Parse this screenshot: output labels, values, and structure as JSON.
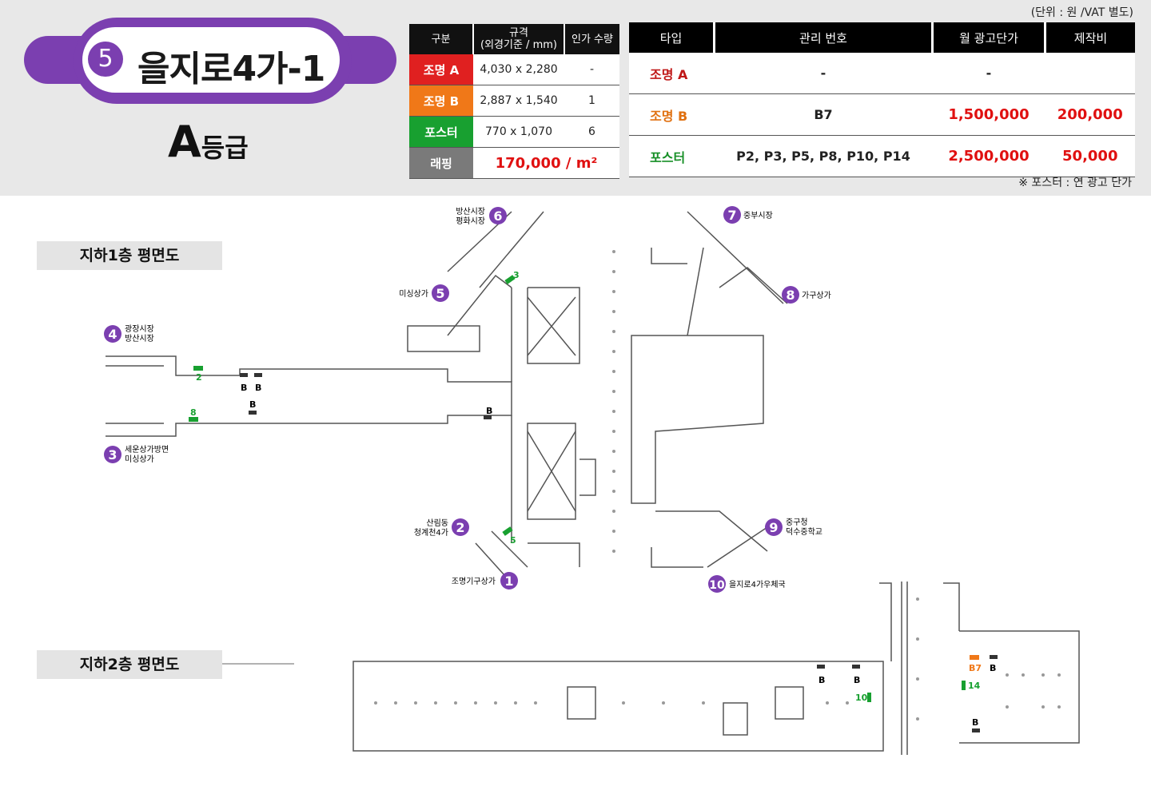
{
  "header": {
    "station_number": "5",
    "station_name": "을지로4가-1",
    "grade_letter": "A",
    "grade_suffix": "등급",
    "unit_note": "(단위 : 원 /VAT 별도)",
    "poster_note": "※ 포스터 : 연 광고 단가"
  },
  "spec_table": {
    "headers": [
      "구분",
      "규격",
      "(외경기준 / mm)",
      "인가 수량"
    ],
    "rows": [
      {
        "type": "조명 A",
        "size": "4,030 x 2,280",
        "qty": "-",
        "color": "#e02020"
      },
      {
        "type": "조명 B",
        "size": "2,887 x 1,540",
        "qty": "1",
        "color": "#f07818"
      },
      {
        "type": "포스터",
        "size": "770 x 1,070",
        "qty": "6",
        "color": "#18a030"
      }
    ],
    "wrapping": {
      "type": "래핑",
      "price": "170,000 / m²",
      "color": "#7a7a7a"
    }
  },
  "ad_table": {
    "headers": [
      "타입",
      "관리 번호",
      "월 광고단가",
      "제작비"
    ],
    "rows": [
      {
        "type": "조명 A",
        "id": "-",
        "monthly": "-",
        "production": "",
        "type_color": "#c01818"
      },
      {
        "type": "조명 B",
        "id": "B7",
        "monthly": "1,500,000",
        "production": "200,000",
        "type_color": "#e07010"
      },
      {
        "type": "포스터",
        "id": "P2, P3, P5, P8, P10, P14",
        "monthly": "2,500,000",
        "production": "50,000",
        "type_color": "#189028"
      }
    ]
  },
  "floor_labels": {
    "b1": "지하1층 평면도",
    "b2": "지하2층 평면도"
  },
  "exits": [
    {
      "num": "1",
      "label1": "조명기구상가",
      "label2": ""
    },
    {
      "num": "2",
      "label1": "산림동",
      "label2": "청계천4가"
    },
    {
      "num": "3",
      "label1": "세운상가방면",
      "label2": "미싱상가"
    },
    {
      "num": "4",
      "label1": "광장시장",
      "label2": "방산시장"
    },
    {
      "num": "5",
      "label1": "미싱상가",
      "label2": ""
    },
    {
      "num": "6",
      "label1": "방산시장",
      "label2": "평화시장"
    },
    {
      "num": "7",
      "label1": "중부시장",
      "label2": ""
    },
    {
      "num": "8",
      "label1": "가구상가",
      "label2": ""
    },
    {
      "num": "9",
      "label1": "중구청",
      "label2": "덕수중학교"
    },
    {
      "num": "10",
      "label1": "을지로4가우체국",
      "label2": ""
    }
  ],
  "markers": {
    "poster": [
      "2",
      "8",
      "3",
      "5",
      "10",
      "14"
    ],
    "light_b": "B",
    "b7": "B7"
  },
  "colors": {
    "purple": "#7b3fb0",
    "poster_green": "#18a030",
    "light_b_orange": "#f07818"
  }
}
